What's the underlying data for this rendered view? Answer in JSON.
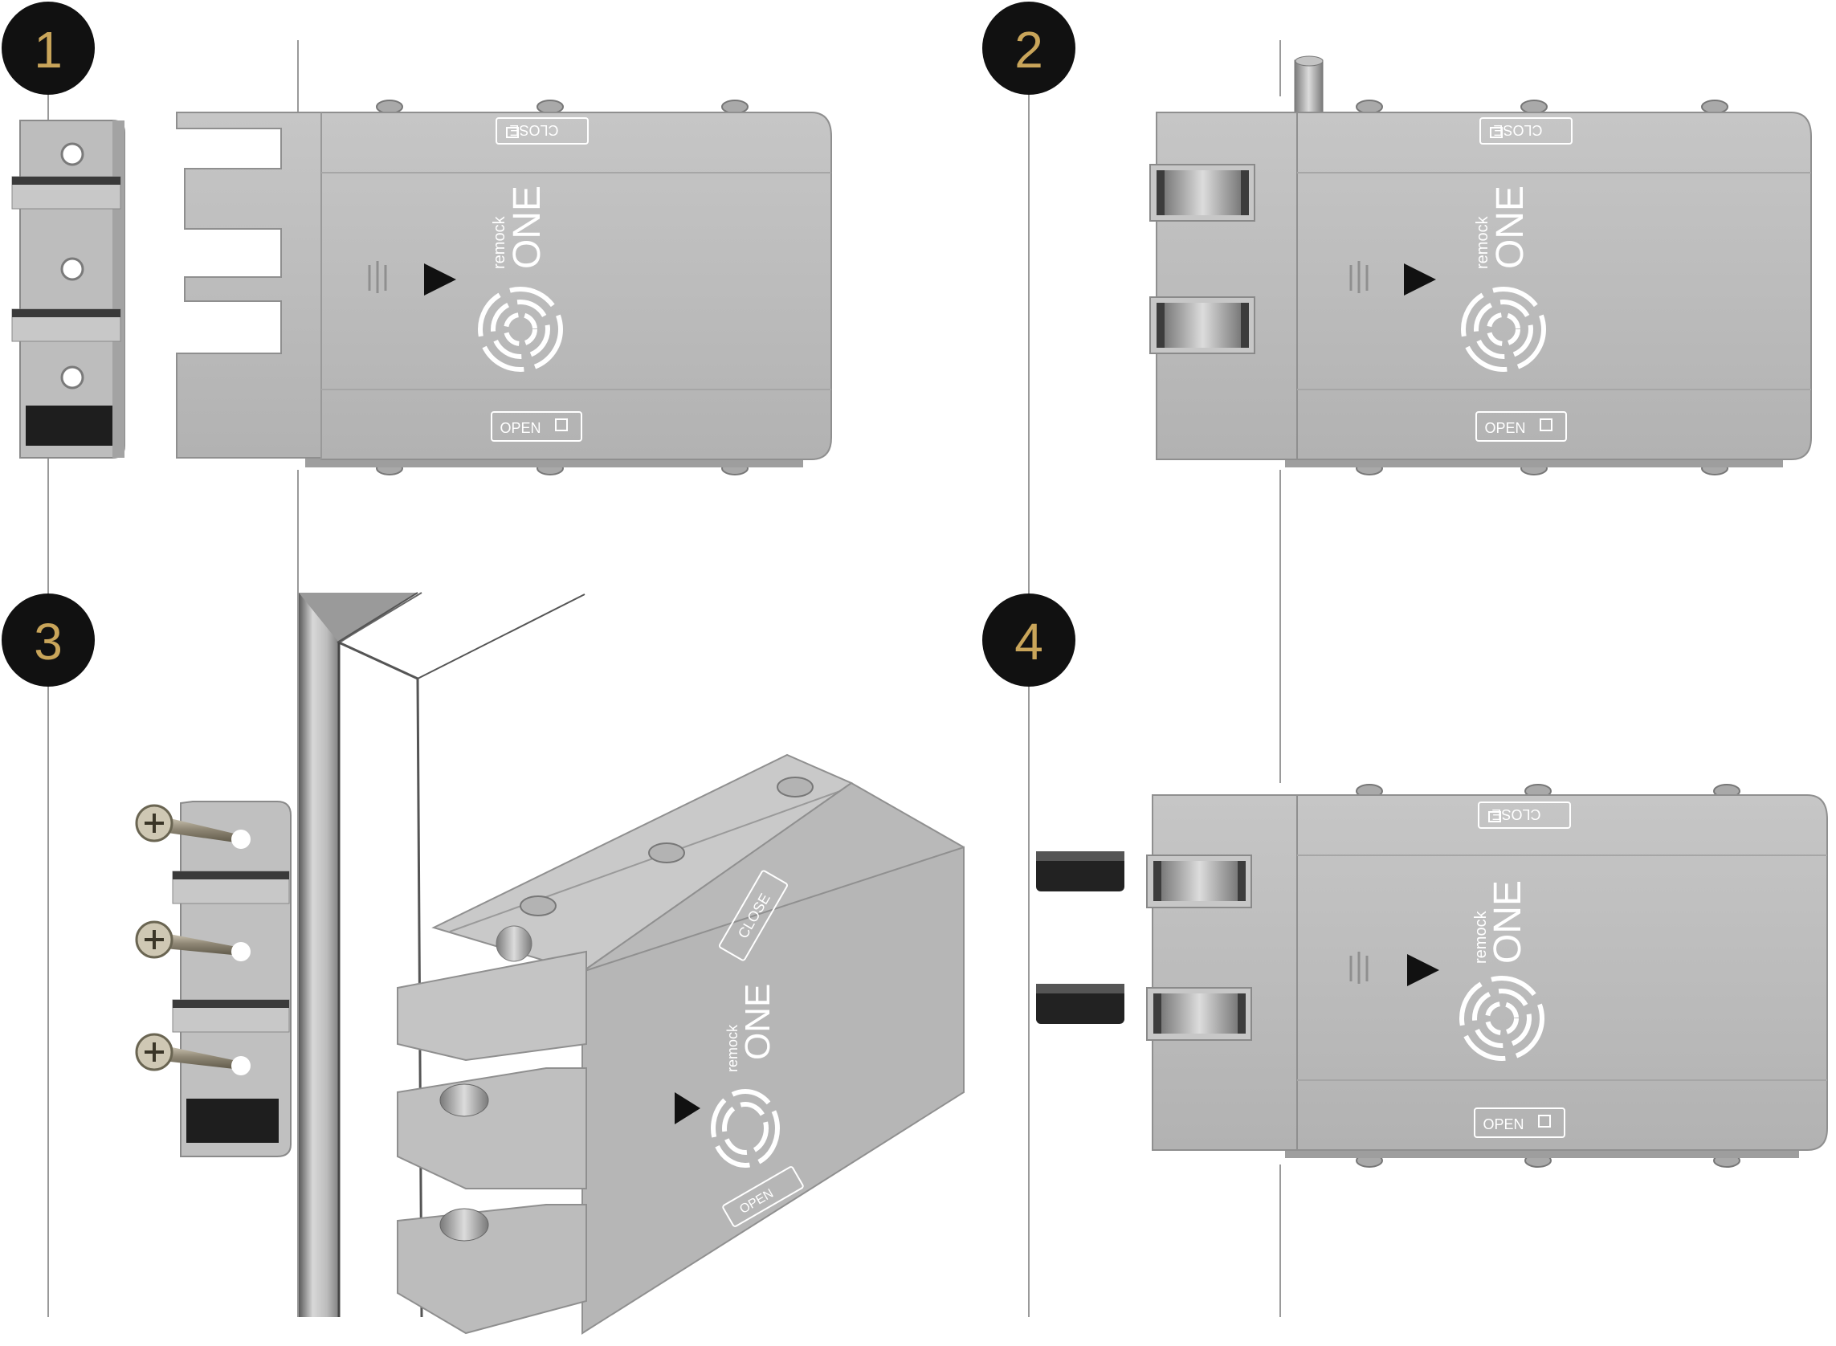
{
  "steps": [
    {
      "number": "1"
    },
    {
      "number": "2"
    },
    {
      "number": "3"
    },
    {
      "number": "4"
    }
  ],
  "device": {
    "brand_small": "remock",
    "brand_large": "ONE",
    "close_label": "CLOSE",
    "open_label": "OPEN"
  },
  "colors": {
    "badge": "#111111",
    "badge_text": "#c9a55a",
    "body": "#b9b9b9",
    "body_light": "#cdcdcd",
    "body_dark": "#9c9c9c",
    "guide_line": "#9a9a9a",
    "dark_insert": "#1e1e1e"
  }
}
